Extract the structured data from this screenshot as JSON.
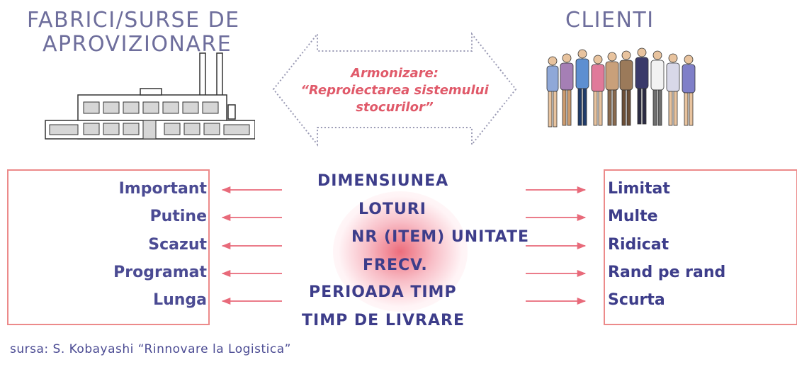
{
  "left_title": [
    "FABRICI/SURSE DE",
    "APROVIZIONARE"
  ],
  "right_title": "CLIENTI",
  "arrow_text": [
    "Armonizare:",
    "“Reproiectarea sistemului",
    "stocurilor”"
  ],
  "center_labels": [
    "DIMENSIUNEA",
    "LOTURI",
    "NR (ITEM) UNITATE",
    "FRECV.",
    "PERIOADA TIMP",
    "TIMP DE LIVRARE"
  ],
  "left_items": [
    "Important",
    "Putine",
    "Scazut",
    "Programat",
    "Lunga"
  ],
  "right_items": [
    "Limitat",
    "Multe",
    "Ridicat",
    "Rand pe rand",
    "Scurta"
  ],
  "source": "sursa: S. Kobayashi “Rinnovare la Logistica”",
  "icons": [
    "factory-icon",
    "people-icon"
  ],
  "colors": {
    "title": "#6e6e9c",
    "label": "#3d3d8a",
    "arrow": "#e86a7a",
    "box": "#ec8a8a"
  }
}
